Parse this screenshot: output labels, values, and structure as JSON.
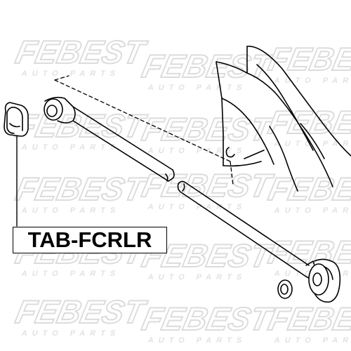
{
  "part_number": "TAB-FCRLR",
  "watermark": {
    "brand": "FEBEST",
    "subtitle": "AUTO PARTS"
  }
}
